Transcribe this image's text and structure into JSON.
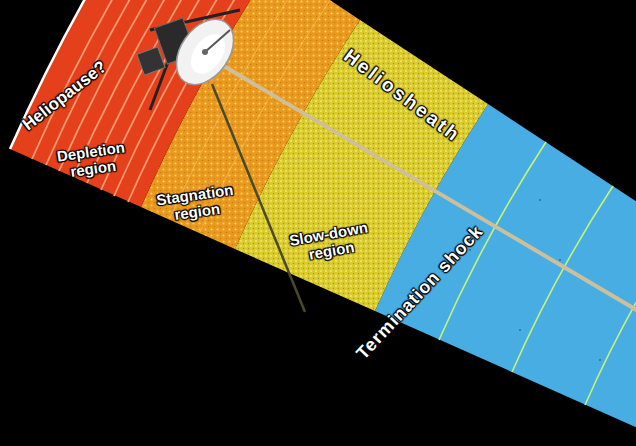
{
  "diagram": {
    "nodes": [
      {
        "text": [
          "Depletion region"
        ]
      },
      {
        "text": [
          "Stagnation region"
        ]
      },
      {
        "text": [
          "Slow-down region"
        ]
      }
    ],
    "labels": [
      "Heliopause?",
      "Heliosheath",
      "Termination shock"
    ]
  }
}
